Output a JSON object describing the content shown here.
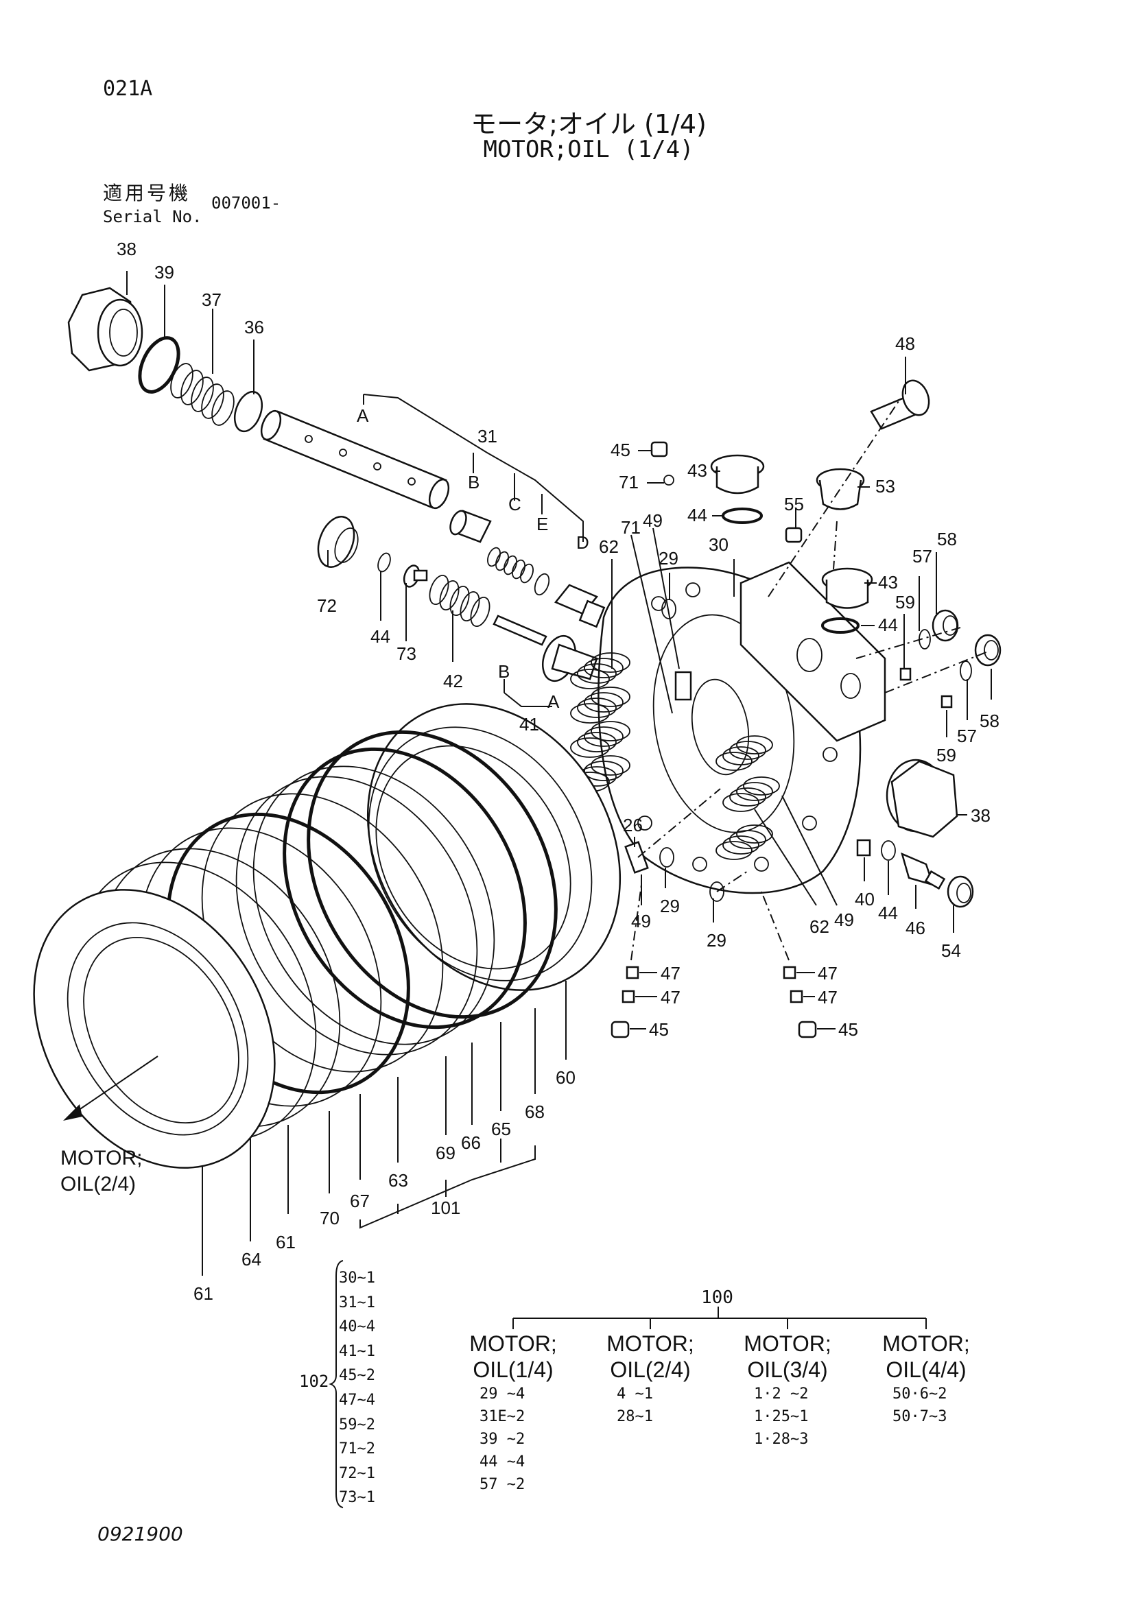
{
  "header": {
    "page_code": "021A",
    "title_jp": "モータ;オイル (1/4)",
    "title_en": "MOTOR;OIL (1/4)",
    "serial_label_jp": "適用号機",
    "serial_label_en": "Serial No.",
    "serial_value": "007001-"
  },
  "callouts": {
    "c38a": "38",
    "c39": "39",
    "c37": "37",
    "c36": "36",
    "c31": "31",
    "cA1": "A",
    "cB1": "B",
    "cC": "C",
    "cE": "E",
    "cD": "D",
    "c72": "72",
    "c44a": "44",
    "c73": "73",
    "c42": "42",
    "cB2": "B",
    "cA2": "A",
    "c41": "41",
    "c48": "48",
    "c45a": "45",
    "c71a": "71",
    "c43a": "43",
    "c44b": "44",
    "c53": "53",
    "c55": "55",
    "c30": "30",
    "c62a": "62",
    "c71b": "71",
    "c49a": "49",
    "c29a": "29",
    "c43b": "43",
    "c44c": "44",
    "c58a": "58",
    "c57a": "57",
    "c59a": "59",
    "c59b": "59",
    "c57b": "57",
    "c58b": "58",
    "c38b": "38",
    "c26": "26",
    "c29b": "29",
    "c49b": "49",
    "c29c": "29",
    "c62b": "62",
    "c49c": "49",
    "c40": "40",
    "c44d": "44",
    "c46": "46",
    "c54": "54",
    "c47a": "47",
    "c47b": "47",
    "c45b": "45",
    "c47c": "47",
    "c47d": "47",
    "c45c": "45",
    "c60": "60",
    "c68": "68",
    "c65": "65",
    "c66": "66",
    "c69": "69",
    "c101": "101",
    "c63": "63",
    "c67": "67",
    "c70": "70",
    "c61a": "61",
    "c64": "64",
    "c61b": "61",
    "motor_next_1": "MOTOR;",
    "motor_next_2": "OIL(2/4)"
  },
  "kit": {
    "label": "102",
    "items": [
      "30~1",
      "31~1",
      "40~4",
      "41~1",
      "45~2",
      "47~4",
      "59~2",
      "71~2",
      "72~1",
      "73~1"
    ]
  },
  "assembly": {
    "label": "100",
    "columns": [
      {
        "h1": "MOTOR;",
        "h2": "OIL(1/4)",
        "refs": [
          "29  ~4",
          "31E~2",
          "39  ~2",
          "44  ~4",
          "57  ~2"
        ]
      },
      {
        "h1": "MOTOR;",
        "h2": "OIL(2/4)",
        "refs": [
          "4  ~1",
          "28~1"
        ]
      },
      {
        "h1": "MOTOR;",
        "h2": "OIL(3/4)",
        "refs": [
          "1·2  ~2",
          "1·25~1",
          "1·28~3"
        ]
      },
      {
        "h1": "MOTOR;",
        "h2": "OIL(4/4)",
        "refs": [
          "50·6~2",
          "50·7~3"
        ]
      }
    ]
  },
  "footer": {
    "doc_number": "0921900"
  }
}
